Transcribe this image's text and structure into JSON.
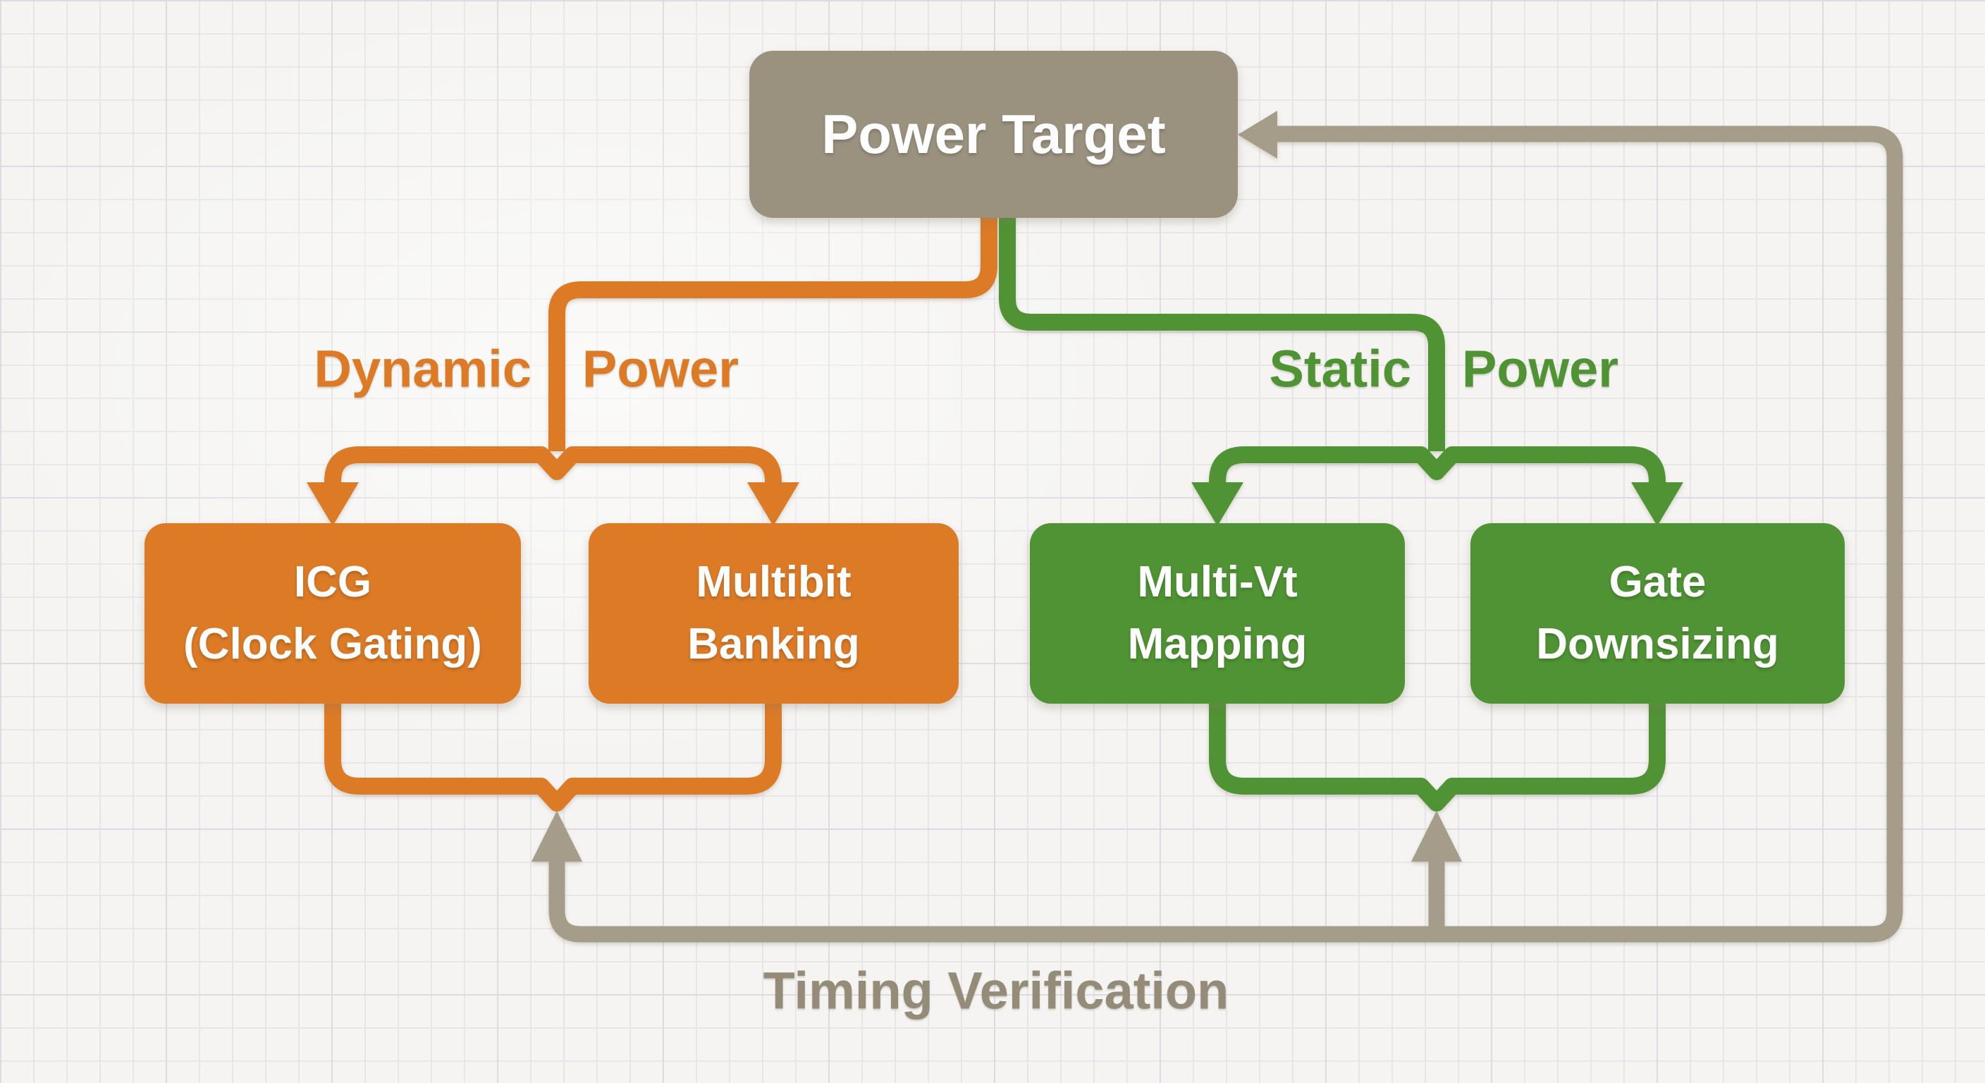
{
  "diagram": {
    "root": {
      "label": "Power Target"
    },
    "branches": {
      "dynamic": {
        "word1": "Dynamic",
        "word2": "Power"
      },
      "static": {
        "word1": "Static",
        "word2": "Power"
      }
    },
    "nodes": {
      "icg": {
        "line1": "ICG",
        "line2": "(Clock Gating)"
      },
      "multibit": {
        "line1": "Multibit",
        "line2": "Banking"
      },
      "multi_vt": {
        "line1": "Multi-Vt",
        "line2": "Mapping"
      },
      "gate": {
        "line1": "Gate",
        "line2": "Downsizing"
      }
    },
    "feedback": {
      "label": "Timing Verification"
    },
    "colors": {
      "dynamic_orange": "#dc7a26",
      "static_green": "#4f9334",
      "root_box_taupe": "#9a927f",
      "feedback_line_gray": "#a59d89",
      "feedback_text_gray": "#948b78",
      "node_text": "#ffffff",
      "paper_background": "#f5f4f2",
      "grid_line": "#e6e6e9"
    }
  }
}
